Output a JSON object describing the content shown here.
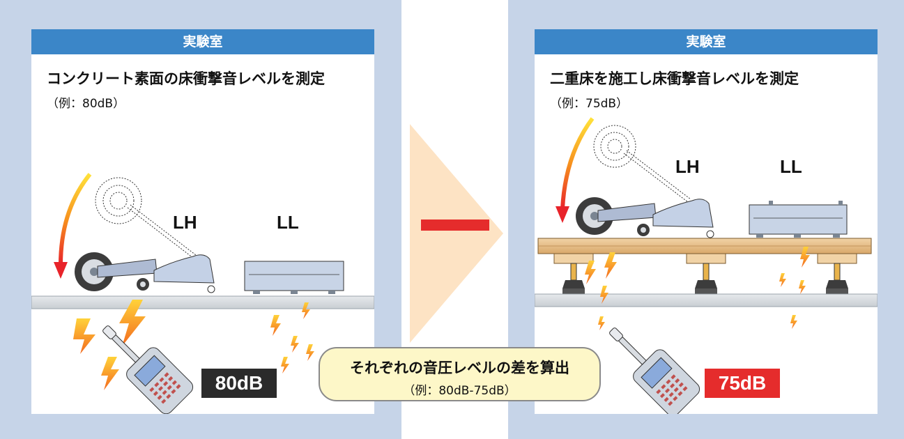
{
  "left": {
    "header": "実験室",
    "description": "コンクリート素面の床衝撃音レベルを測定",
    "example": "（例：80dB）",
    "lh_label": "LH",
    "ll_label": "LL",
    "reading": "80dB"
  },
  "right": {
    "header": "実験室",
    "description": "二重床を施工し床衝撃音レベルを測定",
    "example": "（例：75dB）",
    "lh_label": "LH",
    "ll_label": "LL",
    "reading": "75dB"
  },
  "operator": "minus",
  "callout": {
    "title": "それぞれの音圧レベルの差を算出",
    "example": "（例：80dB-75dB）"
  },
  "colors": {
    "panel_bg": "#c6d4e8",
    "header_bg": "#3b86c8",
    "arrow_bg": "#fde3c4",
    "minus": "#e52c2c",
    "callout_bg": "#fdf7c8",
    "reading_dark": "#2b2b2b",
    "reading_red": "#e52c2c"
  }
}
